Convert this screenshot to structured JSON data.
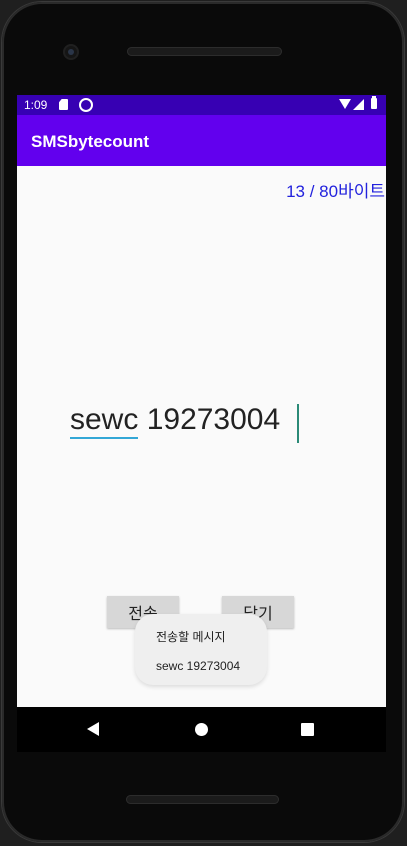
{
  "statusbar": {
    "time": "1:09"
  },
  "appbar": {
    "title": "SMSbytecount"
  },
  "main": {
    "byte_count": "13 / 80바이트",
    "message_word1": "sewc",
    "message_rest": " 19273004",
    "send_label": "전송",
    "close_label": "닫기"
  },
  "toast": {
    "title": "전송할 메시지",
    "text": "sewc 19273004"
  },
  "icons": {
    "sd": "sd-card-icon",
    "sync": "sync-icon",
    "wifi": "wifi-icon",
    "signal": "signal-icon",
    "battery": "battery-icon",
    "back": "back-icon",
    "home": "home-icon",
    "recent": "recent-apps-icon"
  },
  "colors": {
    "statusbar": "#3700b3",
    "appbar": "#6200ee",
    "byte_count": "#2222dd",
    "underline": "#33a7d6",
    "cursor": "#2b8a77"
  }
}
